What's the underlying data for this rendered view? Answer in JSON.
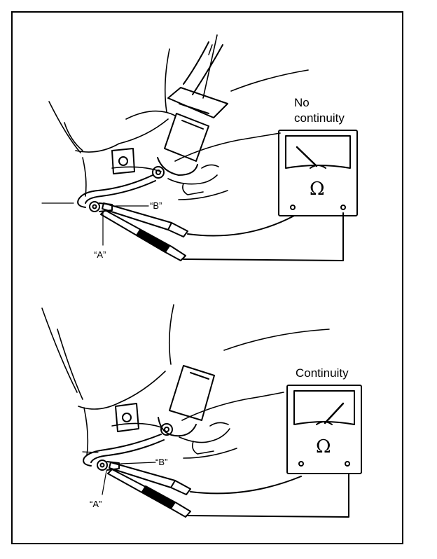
{
  "panels": [
    {
      "status": "No\ncontinuity",
      "status_line1": "No",
      "status_line2": "continuity",
      "terminal_a": "“A”",
      "terminal_b": "“B”",
      "meter_symbol": "Ω",
      "needle_reading": "low"
    },
    {
      "status": "Continuity",
      "status_line1": "Continuity",
      "terminal_a": "“A”",
      "terminal_b": "“B”",
      "meter_symbol": "Ω",
      "needle_reading": "high"
    }
  ],
  "colors": {
    "ink": "#000000",
    "paper": "#ffffff"
  },
  "icons": [
    "ohmmeter-icon",
    "seat-belt-buckle-icon",
    "test-probe-icon"
  ]
}
